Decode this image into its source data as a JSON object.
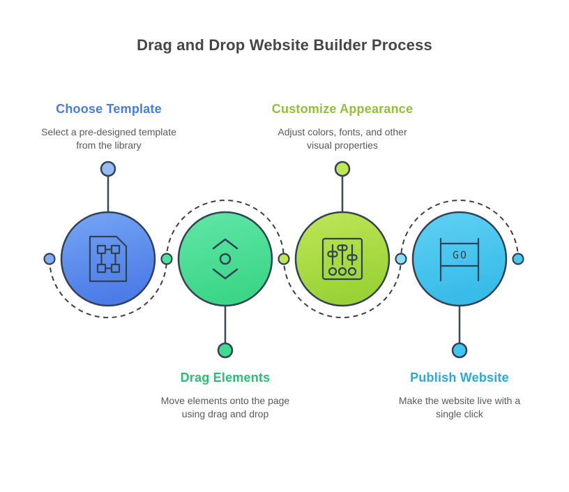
{
  "title": "Drag and Drop Website Builder Process",
  "colors": {
    "background": "#FFFFFF",
    "title_text": "#464646",
    "body_text": "#595959",
    "outline": "#334155",
    "dashed_line": "#3F3F3F",
    "flow_dots": [
      "#82ACF1",
      "#4FE09A",
      "#BEE657",
      "#8ADEF5",
      "#4AC8F0"
    ]
  },
  "steps": [
    {
      "name": "Choose Template",
      "description_lines": [
        "Select a pre-designed template",
        "from the library"
      ],
      "accent_color": "#4A7CD9",
      "icon": "template-selection-icon",
      "circle_fill_top": "#76A5F4",
      "circle_fill_bottom": "#4C7CE7",
      "node_dot_fill": "#97BCF4",
      "flow_dot_fill": "#82ACF1"
    },
    {
      "name": "Drag Elements",
      "description_lines": [
        "Move elements onto the page",
        "using drag and drop"
      ],
      "accent_color": "#2BBD76",
      "icon": "drag-vertical-icon",
      "circle_fill_top": "#61E6A7",
      "circle_fill_bottom": "#3CD687",
      "node_dot_fill": "#42DB8E",
      "flow_dot_fill": "#4FE09A"
    },
    {
      "name": "Customize Appearance",
      "description_lines": [
        "Adjust colors, fonts, and other",
        "visual properties"
      ],
      "accent_color": "#93BF3D",
      "icon": "sliders-icon",
      "circle_fill_top": "#BEE658",
      "circle_fill_bottom": "#9AD236",
      "node_dot_fill": "#BEE657",
      "flow_dot_fill": "#BEE657"
    },
    {
      "name": "Publish Website",
      "description_lines": [
        "Make the website live with a",
        "single click"
      ],
      "accent_color": "#29A9D8",
      "icon": "go-banner-icon",
      "icon_text": "GO",
      "circle_fill_top": "#60D1F4",
      "circle_fill_bottom": "#37BBE8",
      "node_dot_fill": "#3FC5EE",
      "flow_dot_fill": "#8ADEF5"
    }
  ]
}
